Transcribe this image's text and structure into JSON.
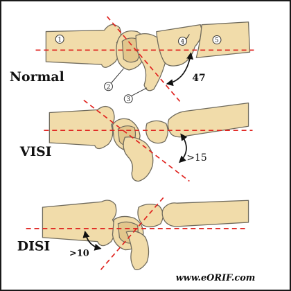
{
  "panels": {
    "normal": {
      "label": "Normal",
      "angle": "47"
    },
    "visi": {
      "label": "VISI",
      "angle": ">15"
    },
    "disi": {
      "label": "DISI",
      "angle": ">10"
    }
  },
  "bone_markers": [
    "①",
    "②",
    "③",
    "④",
    "⑤"
  ],
  "credit": "www.eORIF.com",
  "colors": {
    "bone_fill": "#f1dcaa",
    "axis_line": "#e0231f",
    "outline": "#6f6a5c"
  }
}
